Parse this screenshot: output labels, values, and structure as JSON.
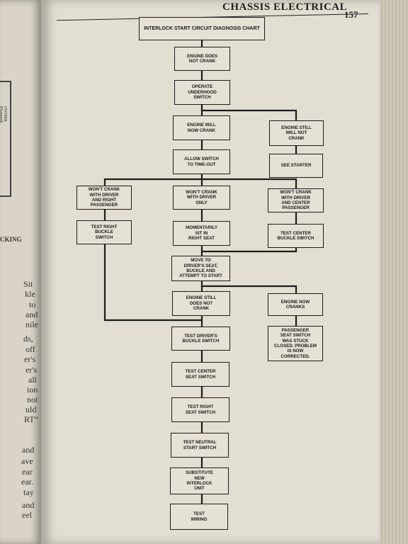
{
  "header": {
    "title": "CHASSIS ELECTRICAL",
    "page_number": "157"
  },
  "left_page": {
    "fragments": [
      "CKING",
      "Sit",
      "kle",
      "to",
      "and",
      "nile",
      "ds,",
      "off",
      "er's",
      "er's",
      "all",
      "ion",
      "not",
      "uld",
      "RT”",
      "and",
      "ave",
      "ear",
      "ear.",
      "tay",
      "and",
      "eel"
    ]
  },
  "diagram": {
    "title": "INTERLOCK START CIRCUIT DIAGNOSIS CHART",
    "nodes": {
      "engine_not_crank": "ENGINE DOES\nNOT CRANK",
      "operate_underhood": "OPERATE\nUNDERHOOD\nSWITCH",
      "engine_now_crank": "ENGINE WILL\nNOW CRANK",
      "engine_still_not": "ENGINE STILL\nWILL NOT\nCRANK",
      "allow_timeout": "ALLOW SWITCH\nTO TIME-OUT",
      "see_starter": "SEE STARTER",
      "wont_driver_right": "WON'T CRANK\nWITH DRIVER\nAND RIGHT\nPASSENGER",
      "wont_driver_only": "WON'T CRANK\nWITH DRIVER\nONLY",
      "wont_driver_center": "WON'T CRANK\nWITH DRIVER\nAND CENTER\nPASSENGER",
      "test_right_buckle": "TEST RIGHT\nBUCKLE\nSWITCH",
      "momentarily_sit": "MOMENTARILY\nSIT IN\nRIGHT SEAT",
      "test_center_buckle": "TEST CENTER\nBUCKLE SWITCH",
      "move_driver_seat": "MOVE TO\nDRIVER'S SEAT,\nBUCKLE AND\nATTEMPT TO START",
      "engine_still_does_not": "ENGINE STILL\nDOES NOT\nCRANK",
      "engine_now_cranks": "ENGINE NOW\nCRANKS",
      "passenger_seat_stuck": "PASSENGER\nSEAT SWITCH\nWAS STUCK\nCLOSED. PROBLEM\nIS NOW\nCORRECTED.",
      "test_driver_buckle": "TEST DRIVER'S\nBUCKLE SWITCH",
      "test_center_seat": "TEST CENTER\nSEAT SWITCH",
      "test_right_seat": "TEST RIGHT\nSEAT SWITCH",
      "test_neutral_start": "TEST NEUTRAL\nSTART SWITCH",
      "substitute_unit": "SUBSTITUTE\nNEW\nINTERLOCK\nUNIT",
      "test_wiring": "TEST\nWIRING"
    }
  },
  "colors": {
    "paper": "#e3ded2",
    "ink": "#1c1c1c",
    "background": "#2a2622"
  }
}
